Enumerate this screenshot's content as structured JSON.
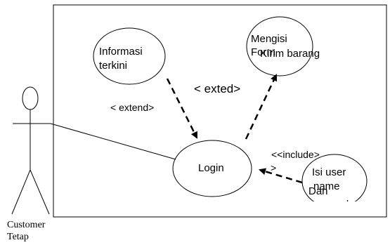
{
  "diagram": {
    "actor": {
      "name_line1": "Customer",
      "name_line2": "Tetap"
    },
    "use_cases": {
      "informasi": {
        "line1": "Informasi",
        "line2": "terkini"
      },
      "mengisi": {
        "line1": "Mengisi",
        "line2": "Form",
        "line3": "Kirim barang"
      },
      "login": {
        "label": "Login"
      },
      "isi_user": {
        "line1": "Isi user",
        "line2": "name",
        "line3": "Dan",
        "line4": "password"
      }
    },
    "relations": {
      "extend_left": "< extend>",
      "extend_top": "< exted>",
      "include": "<<include>",
      "include_tail": ">"
    },
    "colors": {
      "stroke": "#000000",
      "background": "#ffffff"
    }
  }
}
